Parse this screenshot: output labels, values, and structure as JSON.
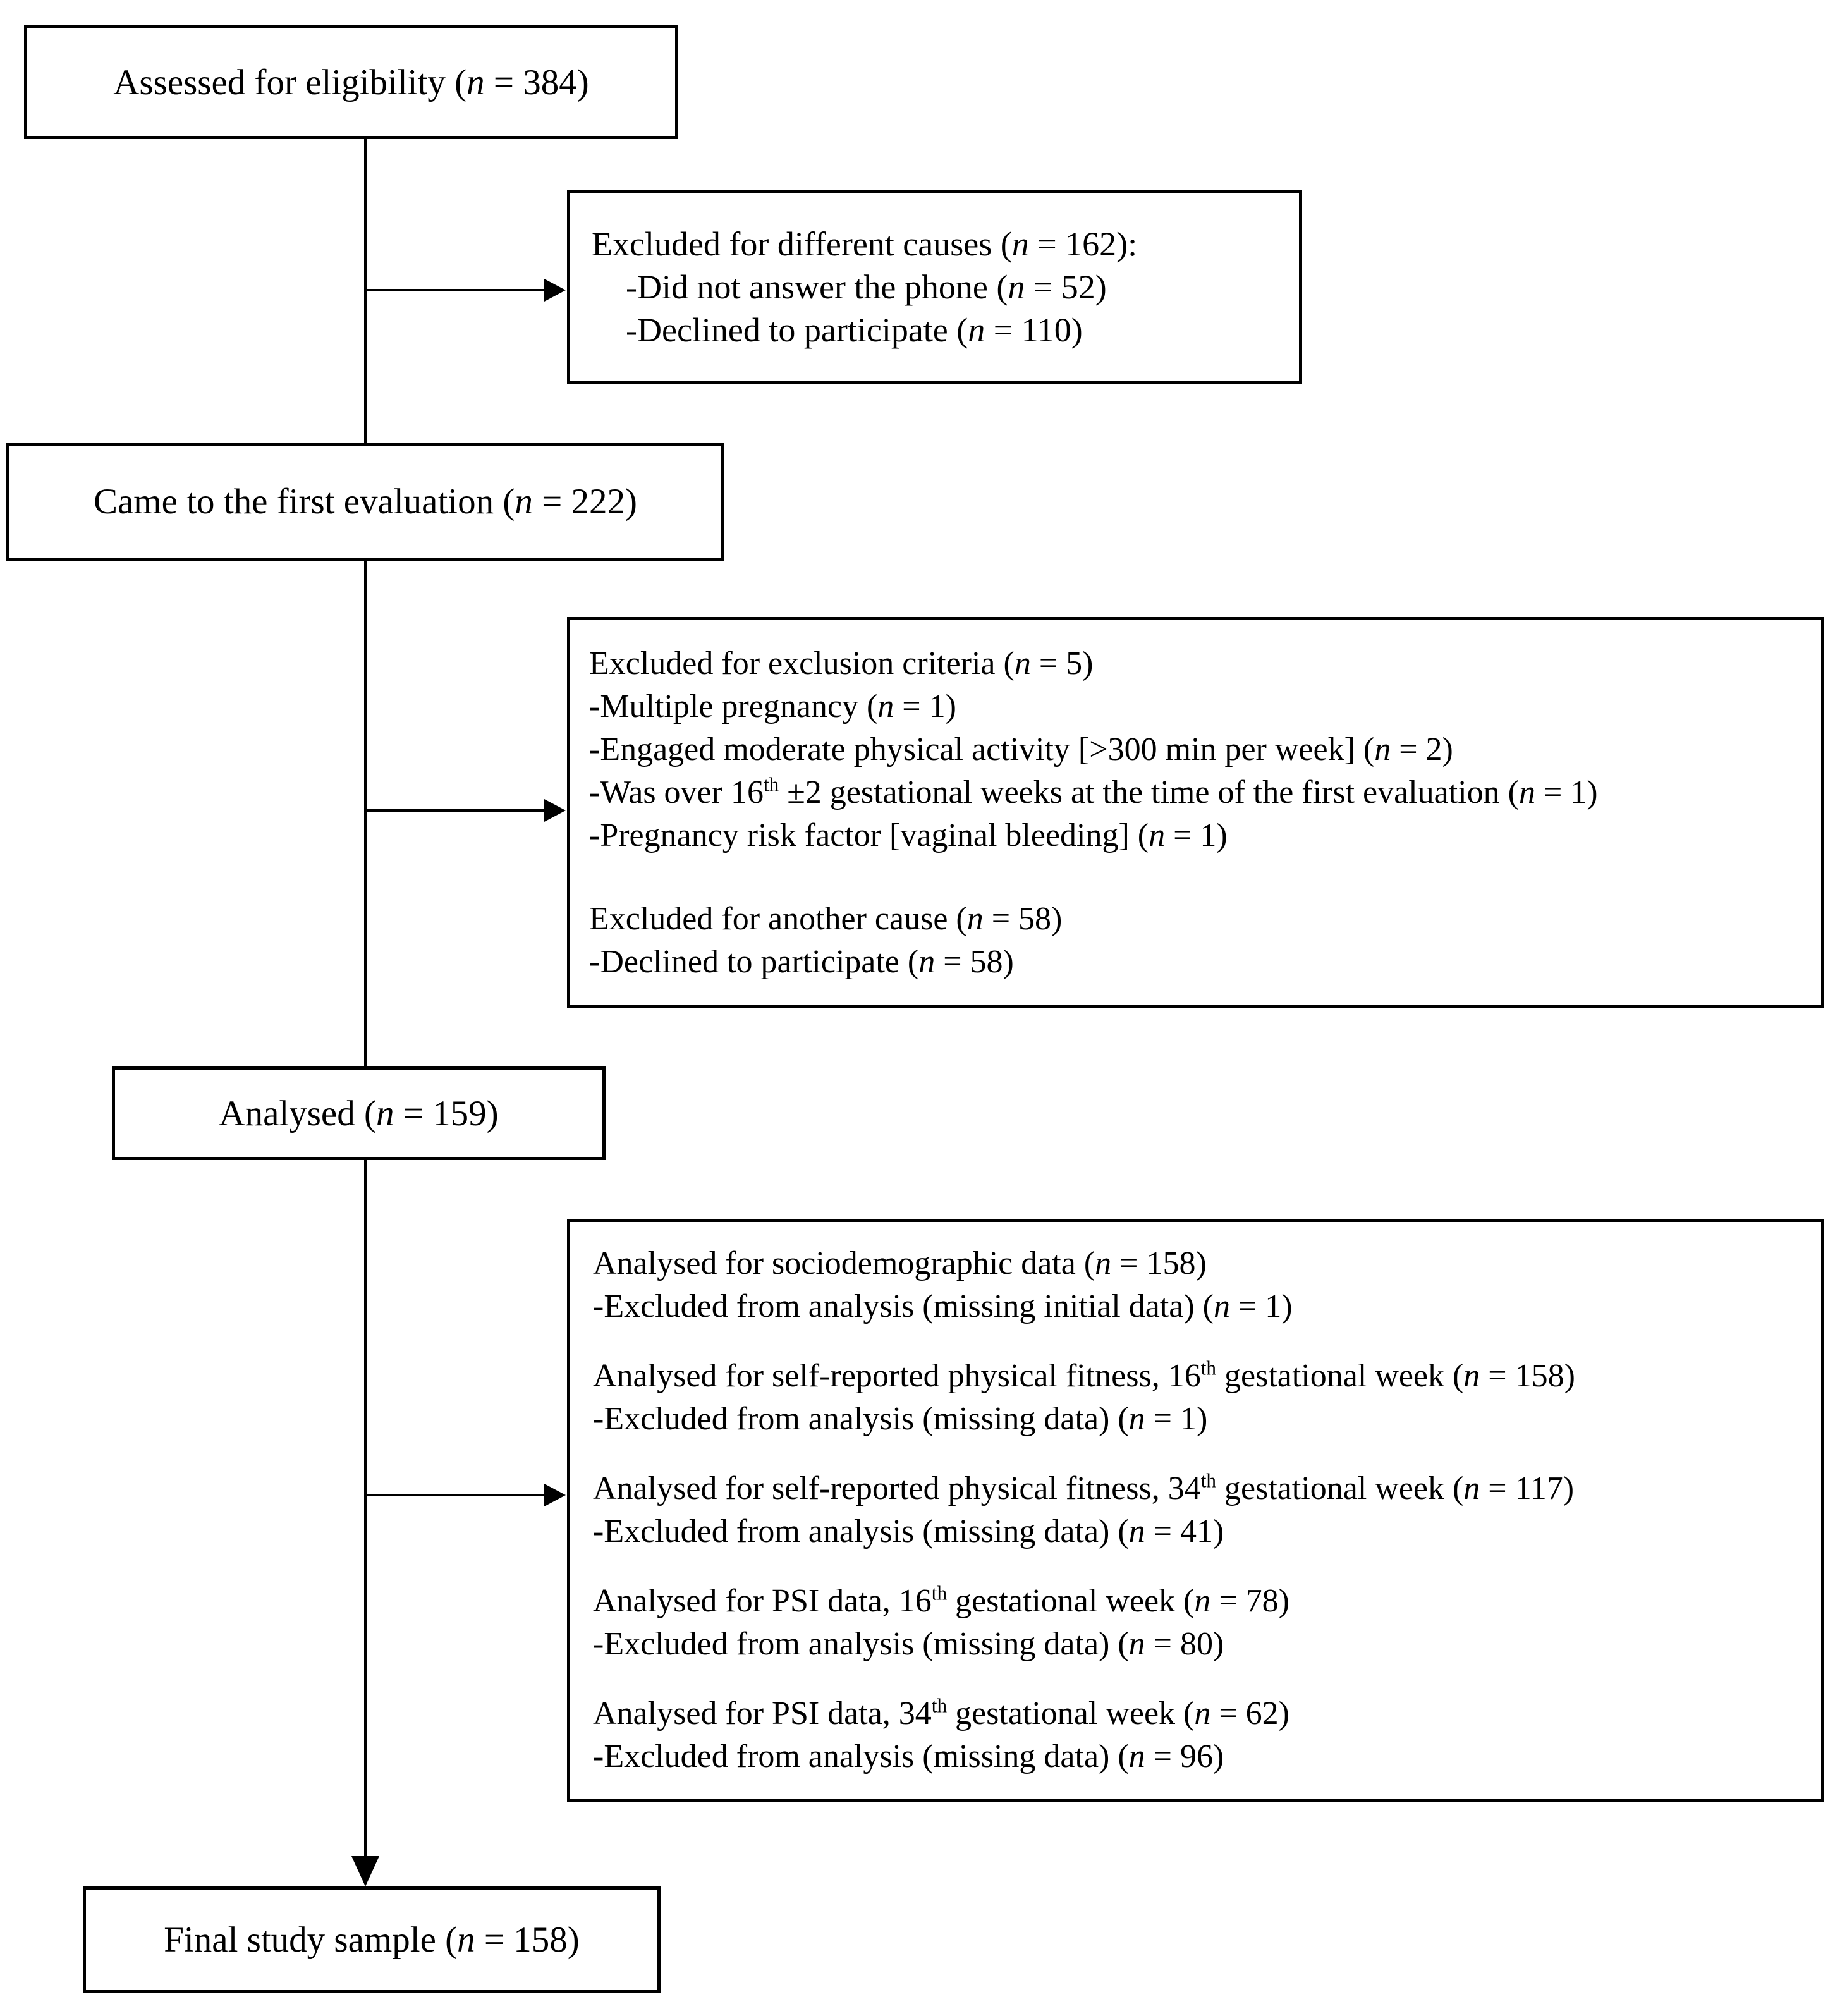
{
  "page": {
    "background": "#ffffff",
    "ink": "#000000",
    "figure_type": "participant-flow-diagram"
  },
  "flow": {
    "boxes": {
      "assessed": {
        "lines": [
          {
            "seg": [
              [
                "r",
                "Assessed for eligibility ("
              ],
              [
                "i",
                "n"
              ],
              [
                "r",
                " = 384)"
              ]
            ]
          }
        ]
      },
      "excluded_causes": {
        "lines": [
          {
            "seg": [
              [
                "r",
                "Excluded for different causes ("
              ],
              [
                "i",
                "n"
              ],
              [
                "r",
                " = 162):"
              ]
            ]
          },
          {
            "indent": true,
            "seg": [
              [
                "r",
                "-Did not answer the phone ("
              ],
              [
                "i",
                "n"
              ],
              [
                "r",
                " = 52)"
              ]
            ]
          },
          {
            "indent": true,
            "seg": [
              [
                "r",
                "-Declined to participate ("
              ],
              [
                "i",
                "n"
              ],
              [
                "r",
                " = 110)"
              ]
            ]
          }
        ]
      },
      "first_evaluation": {
        "lines": [
          {
            "seg": [
              [
                "r",
                "Came to the first evaluation ("
              ],
              [
                "i",
                "n"
              ],
              [
                "r",
                " = 222)"
              ]
            ]
          }
        ]
      },
      "excluded_criteria": {
        "lines": [
          {
            "seg": [
              [
                "r",
                "Excluded for exclusion criteria ("
              ],
              [
                "i",
                "n"
              ],
              [
                "r",
                " = 5)"
              ]
            ]
          },
          {
            "seg": [
              [
                "r",
                "-Multiple pregnancy ("
              ],
              [
                "i",
                "n"
              ],
              [
                "r",
                " = 1)"
              ]
            ]
          },
          {
            "seg": [
              [
                "r",
                "-Engaged moderate physical activity [>300 min per week] ("
              ],
              [
                "i",
                "n"
              ],
              [
                "r",
                " = 2)"
              ]
            ]
          },
          {
            "seg": [
              [
                "r",
                "-Was over 16"
              ],
              [
                "s",
                "th"
              ],
              [
                "r",
                " ±2 gestational weeks at the time of the first evaluation ("
              ],
              [
                "i",
                "n"
              ],
              [
                "r",
                " = 1)"
              ]
            ]
          },
          {
            "seg": [
              [
                "r",
                "-Pregnancy risk factor [vaginal bleeding] ("
              ],
              [
                "i",
                "n"
              ],
              [
                "r",
                " = 1)"
              ]
            ]
          },
          {
            "gap": true
          },
          {
            "seg": [
              [
                "r",
                "Excluded for another cause ("
              ],
              [
                "i",
                "n"
              ],
              [
                "r",
                " = 58)"
              ]
            ]
          },
          {
            "seg": [
              [
                "r",
                "-Declined to participate ("
              ],
              [
                "i",
                "n"
              ],
              [
                "r",
                " = 58)"
              ]
            ]
          }
        ]
      },
      "analysed": {
        "lines": [
          {
            "seg": [
              [
                "r",
                "Analysed ("
              ],
              [
                "i",
                "n"
              ],
              [
                "r",
                " = 159)"
              ]
            ]
          }
        ]
      },
      "analysed_detail": {
        "lines": [
          {
            "seg": [
              [
                "r",
                "Analysed for sociodemographic data ("
              ],
              [
                "i",
                "n"
              ],
              [
                "r",
                " = 158)"
              ]
            ]
          },
          {
            "seg": [
              [
                "r",
                "-Excluded from analysis (missing initial data) ("
              ],
              [
                "i",
                "n"
              ],
              [
                "r",
                " = 1)"
              ]
            ]
          },
          {
            "gap": true
          },
          {
            "seg": [
              [
                "r",
                "Analysed for self-reported physical fitness, 16"
              ],
              [
                "s",
                "th"
              ],
              [
                "r",
                " gestational week ("
              ],
              [
                "i",
                "n"
              ],
              [
                "r",
                " = 158)"
              ]
            ]
          },
          {
            "seg": [
              [
                "r",
                "-Excluded from analysis (missing data) ("
              ],
              [
                "i",
                "n"
              ],
              [
                "r",
                " = 1)"
              ]
            ]
          },
          {
            "gap": true
          },
          {
            "seg": [
              [
                "r",
                "Analysed for self-reported physical fitness, 34"
              ],
              [
                "s",
                "th"
              ],
              [
                "r",
                " gestational week ("
              ],
              [
                "i",
                "n"
              ],
              [
                "r",
                " = 117)"
              ]
            ]
          },
          {
            "seg": [
              [
                "r",
                "-Excluded from analysis (missing data) ("
              ],
              [
                "i",
                "n"
              ],
              [
                "r",
                " = 41)"
              ]
            ]
          },
          {
            "gap": true
          },
          {
            "seg": [
              [
                "r",
                "Analysed for PSI data, 16"
              ],
              [
                "s",
                "th"
              ],
              [
                "r",
                " gestational week ("
              ],
              [
                "i",
                "n"
              ],
              [
                "r",
                " = 78)"
              ]
            ]
          },
          {
            "seg": [
              [
                "r",
                "-Excluded from analysis (missing data) ("
              ],
              [
                "i",
                "n"
              ],
              [
                "r",
                " = 80)"
              ]
            ]
          },
          {
            "gap": true
          },
          {
            "seg": [
              [
                "r",
                "Analysed for PSI data, 34"
              ],
              [
                "s",
                "th"
              ],
              [
                "r",
                " gestational week ("
              ],
              [
                "i",
                "n"
              ],
              [
                "r",
                " = 62)"
              ]
            ]
          },
          {
            "seg": [
              [
                "r",
                "-Excluded from analysis (missing data) ("
              ],
              [
                "i",
                "n"
              ],
              [
                "r",
                " = 96)"
              ]
            ]
          }
        ]
      },
      "final_sample": {
        "lines": [
          {
            "seg": [
              [
                "r",
                "Final study sample ("
              ],
              [
                "i",
                "n"
              ],
              [
                "r",
                " = 158)"
              ]
            ]
          }
        ]
      }
    }
  }
}
